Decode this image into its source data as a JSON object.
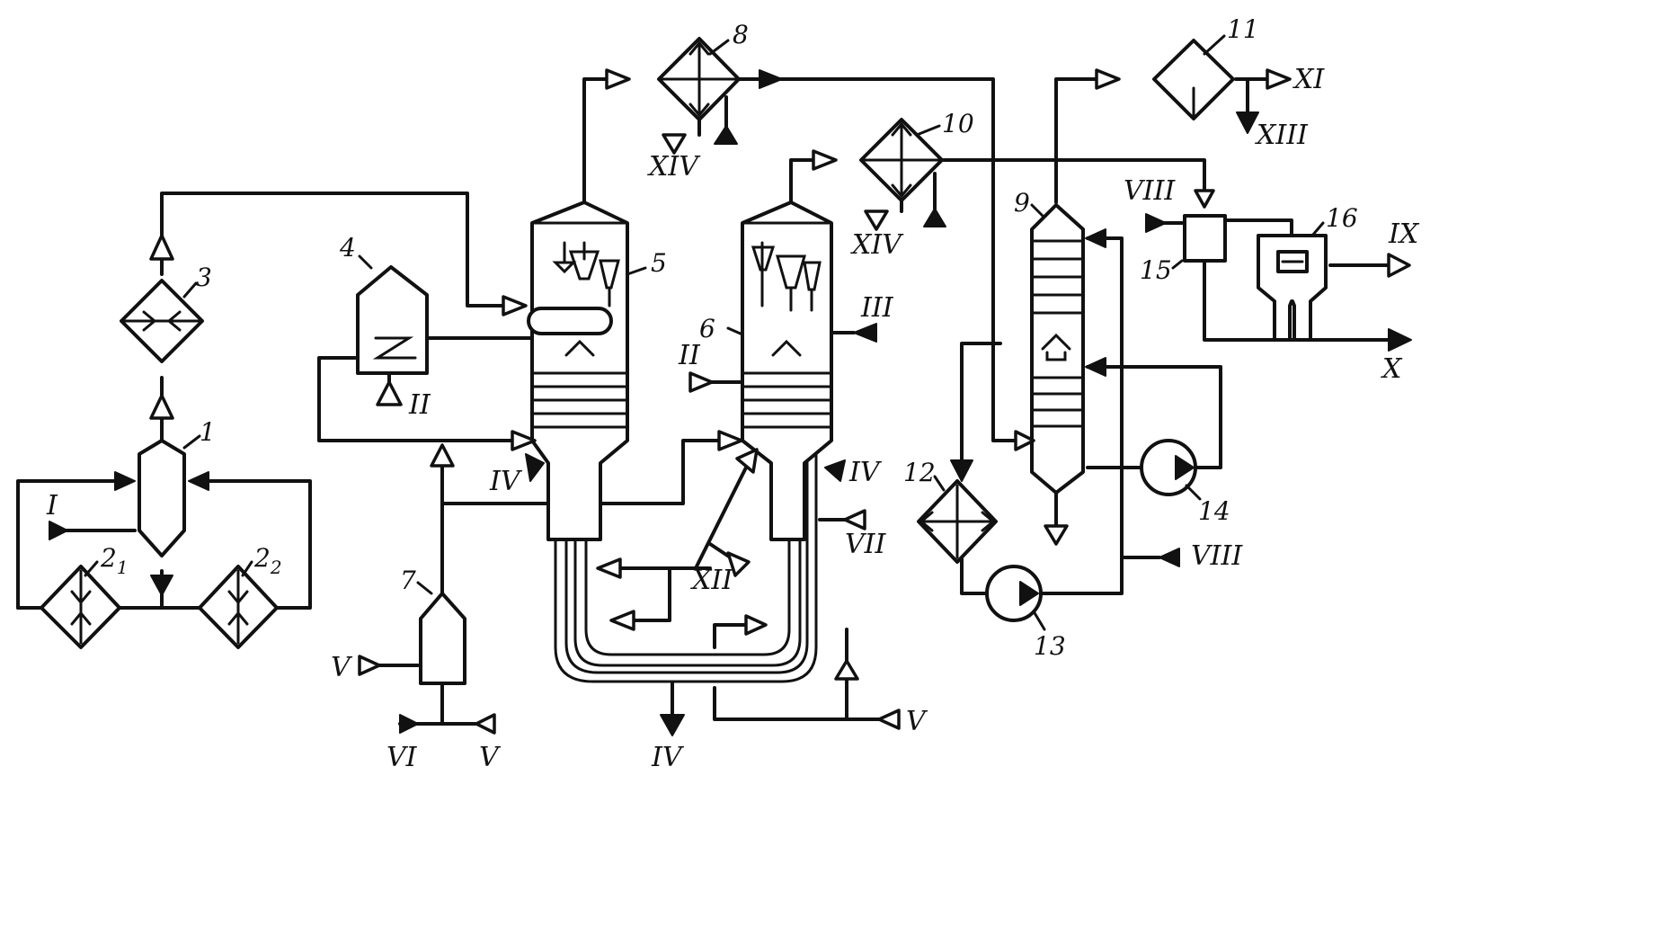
{
  "equipment": [
    {
      "id": "e1",
      "label": "1"
    },
    {
      "id": "e2a",
      "label": "2",
      "sub": "1"
    },
    {
      "id": "e2b",
      "label": "2",
      "sub": "2"
    },
    {
      "id": "e3",
      "label": "3"
    },
    {
      "id": "e4",
      "label": "4"
    },
    {
      "id": "e5",
      "label": "5"
    },
    {
      "id": "e6",
      "label": "6"
    },
    {
      "id": "e7",
      "label": "7"
    },
    {
      "id": "e8",
      "label": "8"
    },
    {
      "id": "e9",
      "label": "9"
    },
    {
      "id": "e10",
      "label": "10"
    },
    {
      "id": "e11",
      "label": "11"
    },
    {
      "id": "e12",
      "label": "12"
    },
    {
      "id": "e13",
      "label": "13"
    },
    {
      "id": "e14",
      "label": "14"
    },
    {
      "id": "e15",
      "label": "15"
    },
    {
      "id": "e16",
      "label": "16"
    }
  ],
  "streams": [
    {
      "id": "s1",
      "label": "I"
    },
    {
      "id": "s2",
      "label": "II"
    },
    {
      "id": "s3",
      "label": "II"
    },
    {
      "id": "s4",
      "label": "III"
    },
    {
      "id": "s5",
      "label": "IV"
    },
    {
      "id": "s6",
      "label": "IV"
    },
    {
      "id": "s7",
      "label": "IV"
    },
    {
      "id": "s8",
      "label": "V"
    },
    {
      "id": "s9",
      "label": "V"
    },
    {
      "id": "s10",
      "label": "V"
    },
    {
      "id": "s11",
      "label": "VI"
    },
    {
      "id": "s12",
      "label": "VII"
    },
    {
      "id": "s13",
      "label": "VIII"
    },
    {
      "id": "s14",
      "label": "VIII"
    },
    {
      "id": "s15",
      "label": "IX"
    },
    {
      "id": "s16",
      "label": "X"
    },
    {
      "id": "s17",
      "label": "XI"
    },
    {
      "id": "s18",
      "label": "XII"
    },
    {
      "id": "s19",
      "label": "XIII"
    },
    {
      "id": "s20",
      "label": "XIV"
    },
    {
      "id": "s21",
      "label": "XIV"
    }
  ]
}
